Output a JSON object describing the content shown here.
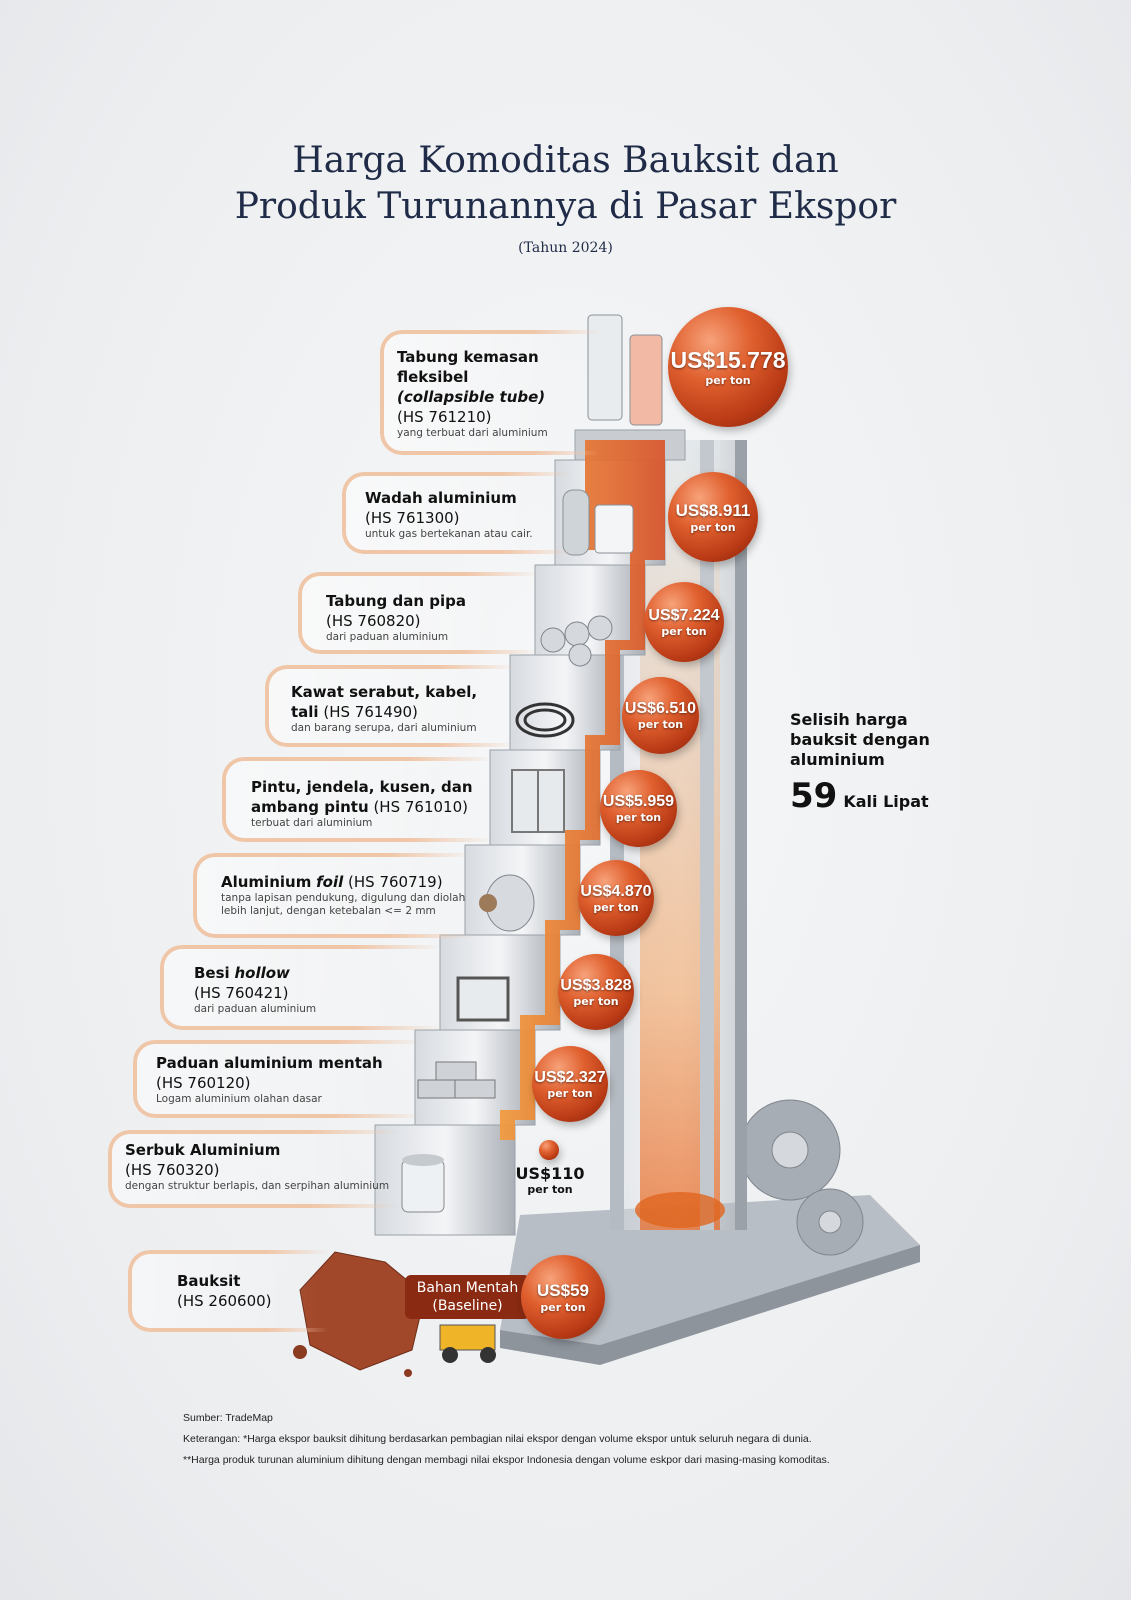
{
  "title": {
    "line1": "Harga Komoditas Bauksit dan",
    "line2": "Produk Turunannya di Pasar Ekspor",
    "subtitle": "(Tahun 2024)"
  },
  "unit": "per ton",
  "items": [
    {
      "name": "Tabung kemasan fleksibel",
      "italic": "(collapsible tube)",
      "hs": "(HS 761210)",
      "desc": "yang terbuat dari aluminium",
      "price": "US$15.778",
      "price_value": 15778
    },
    {
      "name": "Wadah aluminium",
      "hs": "(HS 761300)",
      "desc": "untuk gas bertekanan atau cair.",
      "price": "US$8.911",
      "price_value": 8911
    },
    {
      "name": "Tabung dan pipa",
      "hs": "(HS 760820)",
      "desc": "dari paduan aluminium",
      "price": "US$7.224",
      "price_value": 7224
    },
    {
      "name": "Kawat serabut, kabel, tali",
      "hs": "(HS 761490)",
      "desc": "dan barang serupa, dari aluminium",
      "price": "US$6.510",
      "price_value": 6510
    },
    {
      "name": "Pintu, jendela, kusen, dan ambang pintu",
      "hs": "(HS 761010)",
      "desc": "terbuat dari aluminium",
      "price": "US$5.959",
      "price_value": 5959
    },
    {
      "name": "Aluminium",
      "italic": "foil",
      "hs": "(HS 760719)",
      "desc": "tanpa lapisan pendukung, digulung dan diolah lebih lanjut, dengan ketebalan <= 2 mm",
      "price": "US$4.870",
      "price_value": 4870
    },
    {
      "name": "Besi",
      "italic": "hollow",
      "hs": "(HS 760421)",
      "desc": "dari paduan aluminium",
      "price": "US$3.828",
      "price_value": 3828
    },
    {
      "name": "Paduan aluminium mentah",
      "hs": "(HS 760120)",
      "desc": "Logam aluminium olahan dasar",
      "price": "US$2.327",
      "price_value": 2327
    },
    {
      "name": "Serbuk Aluminium",
      "hs": "(HS 760320)",
      "desc": "dengan struktur berlapis, dan serpihan aluminium",
      "price": "US$110",
      "price_value": 110
    },
    {
      "name": "Bauksit",
      "hs": "(HS 260600)",
      "price": "US$59",
      "price_value": 59,
      "tag1": "Bahan Mentah",
      "tag2": "(Baseline)"
    }
  ],
  "comparison": {
    "label": "Selisih harga bauksit dengan aluminium",
    "value": "59",
    "suffix": "Kali Lipat"
  },
  "footer": {
    "source": "Sumber: TradeMap",
    "note1": "Keterangan: *Harga ekspor bauksit dihitung berdasarkan pembagian nilai ekspor dengan volume ekspor untuk seluruh negara di dunia.",
    "note2": "**Harga produk turunan aluminium dihitung dengan membagi nilai ekspor Indonesia dengan volume eskpor dari masing-masing komoditas."
  },
  "colors": {
    "accent": "#d9542a",
    "title": "#1f2b47",
    "box_border": "#f0c6a8"
  }
}
